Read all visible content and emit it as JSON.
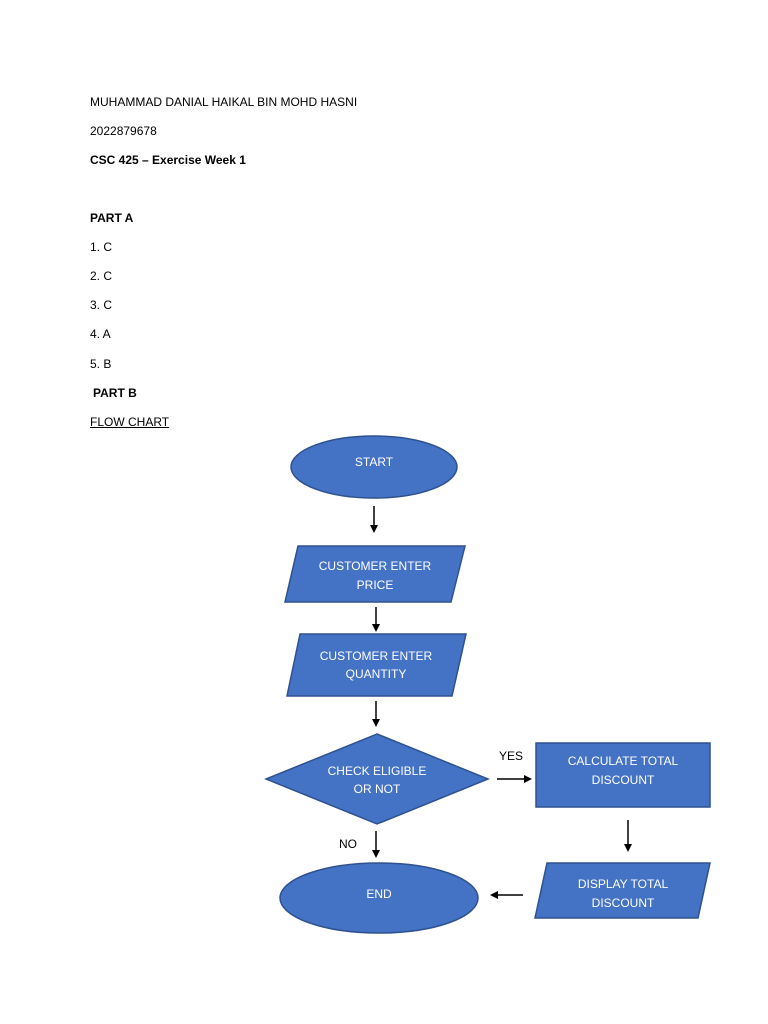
{
  "header": {
    "name": "MUHAMMAD DANIAL HAIKAL BIN MOHD HASNI",
    "student_id": "2022879678",
    "course": "CSC 425 – Exercise Week 1"
  },
  "part_a": {
    "heading": "PART A",
    "answers": [
      "1. C",
      "2. C",
      "3. C",
      "4. A",
      "5. B"
    ]
  },
  "part_b": {
    "heading": "PART B",
    "subheading": "FLOW CHART"
  },
  "flowchart": {
    "colors": {
      "fill": "#4472c4",
      "stroke": "#2f528f",
      "text": "#ffffff"
    },
    "nodes": {
      "start": [
        "START"
      ],
      "enter_price": [
        "CUSTOMER ENTER",
        "PRICE"
      ],
      "enter_quantity": [
        "CUSTOMER ENTER",
        "QUANTITY"
      ],
      "check_eligible": [
        "CHECK ELIGIBLE",
        "OR NOT"
      ],
      "calculate": [
        "CALCULATE TOTAL",
        "DISCOUNT"
      ],
      "display": [
        "DISPLAY TOTAL",
        "DISCOUNT"
      ],
      "end": [
        "END"
      ]
    },
    "edge_labels": {
      "yes": "YES",
      "no": "NO"
    }
  }
}
